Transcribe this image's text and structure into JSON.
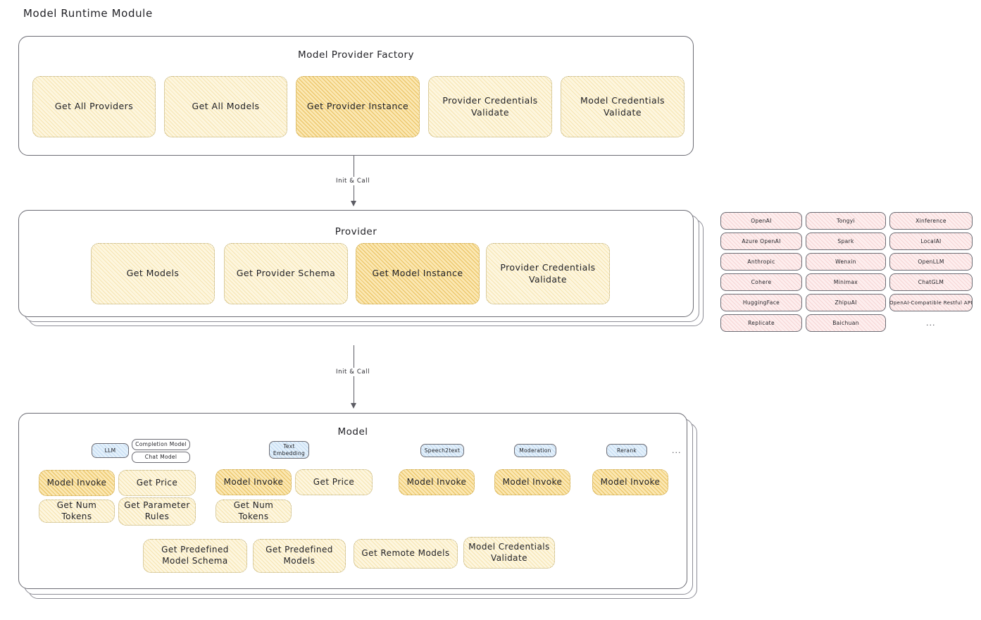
{
  "title": "Model Runtime Module",
  "sections": {
    "factory": {
      "title": "Model Provider Factory",
      "chips": [
        {
          "label": "Get All Providers",
          "highlight": false
        },
        {
          "label": "Get All Models",
          "highlight": false
        },
        {
          "label": "Get Provider Instance",
          "highlight": true
        },
        {
          "label": "Provider Credentials Validate",
          "highlight": false
        },
        {
          "label": "Model Credentials Validate",
          "highlight": false
        }
      ]
    },
    "provider": {
      "title": "Provider",
      "chips": [
        {
          "label": "Get Models",
          "highlight": false
        },
        {
          "label": "Get Provider Schema",
          "highlight": false
        },
        {
          "label": "Get Model Instance",
          "highlight": true
        },
        {
          "label": "Provider Credentials Validate",
          "highlight": false
        }
      ]
    },
    "model": {
      "title": "Model",
      "groups": [
        {
          "badge": "LLM",
          "badge_style": "blue",
          "sub_badges": [
            "Completion Model",
            "Chat Model"
          ],
          "chips": [
            {
              "label": "Model Invoke",
              "highlight": true
            },
            {
              "label": "Get Price",
              "highlight": false
            },
            {
              "label": "Get Num Tokens",
              "highlight": false
            },
            {
              "label": "Get Parameter Rules",
              "highlight": false
            }
          ]
        },
        {
          "badge": "Text Embedding",
          "badge_style": "blue",
          "sub_badges": [],
          "chips": [
            {
              "label": "Model Invoke",
              "highlight": true
            },
            {
              "label": "Get Price",
              "highlight": false
            },
            {
              "label": "Get Num Tokens",
              "highlight": false
            }
          ]
        },
        {
          "badge": "Speech2text",
          "badge_style": "blue",
          "sub_badges": [],
          "chips": [
            {
              "label": "Model Invoke",
              "highlight": true
            }
          ]
        },
        {
          "badge": "Moderation",
          "badge_style": "blue",
          "sub_badges": [],
          "chips": [
            {
              "label": "Model Invoke",
              "highlight": true
            }
          ]
        },
        {
          "badge": "Rerank",
          "badge_style": "blue",
          "sub_badges": [],
          "chips": [
            {
              "label": "Model Invoke",
              "highlight": true
            }
          ]
        }
      ],
      "more_mark": "...",
      "common_chips": [
        {
          "label": "Get Predefined Model Schema"
        },
        {
          "label": "Get Predefined Models"
        },
        {
          "label": "Get Remote Models"
        },
        {
          "label": "Model Credentials Validate"
        }
      ]
    }
  },
  "arrows": [
    {
      "label": "Init & Call"
    },
    {
      "label": "Init & Call"
    }
  ],
  "provider_list": {
    "columns": [
      [
        "OpenAI",
        "Azure OpenAI",
        "Anthropic",
        "Cohere",
        "HuggingFace",
        "Replicate"
      ],
      [
        "Tongyi",
        "Spark",
        "Wenxin",
        "Minimax",
        "ZhipuAI",
        "Baichuan"
      ],
      [
        "Xinference",
        "LocalAI",
        "OpenLLM",
        "ChatGLM",
        "OpenAI-Compatible Restful API"
      ]
    ],
    "more_mark": "..."
  },
  "colors": {
    "chip_fill": "#fdf6df",
    "chip_highlight_fill": "#fbe8b4",
    "pill_fill": "#fdeeee",
    "badge_blue_fill": "#e3f0fb",
    "stroke": "#6c6c74",
    "background": "#ffffff"
  }
}
